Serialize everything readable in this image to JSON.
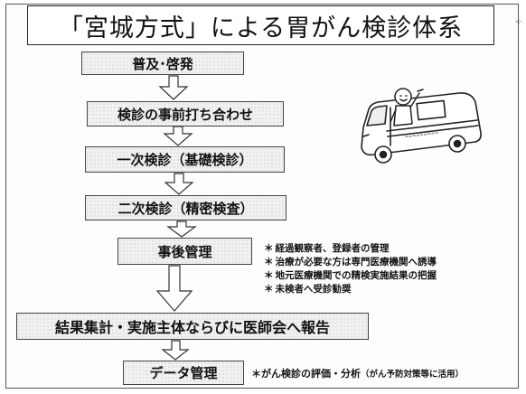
{
  "title": "「宮城方式」による胃がん検診体系",
  "steps": [
    "普及･啓発",
    "検診の事前打ち合わせ",
    "一次検診（基礎検診）",
    "二次検診（精密検査）",
    "事後管理",
    "結果集計・実施主体ならびに医師会へ報告",
    "データ管理"
  ],
  "post_management_notes": [
    "経過観察者、登録者の管理",
    "治療が必要な方は専門医療機関へ誘導",
    "地元医療機関での精検実施結果の把握",
    "未検者へ受診勧奨"
  ],
  "note_marker": "＊",
  "data_management_note": {
    "main": "がん検診の評価・分析",
    "sub": "（がん予防対策等に活用）"
  },
  "illustration": "examination-bus-with-waving-person",
  "side_mark": "ｼ"
}
